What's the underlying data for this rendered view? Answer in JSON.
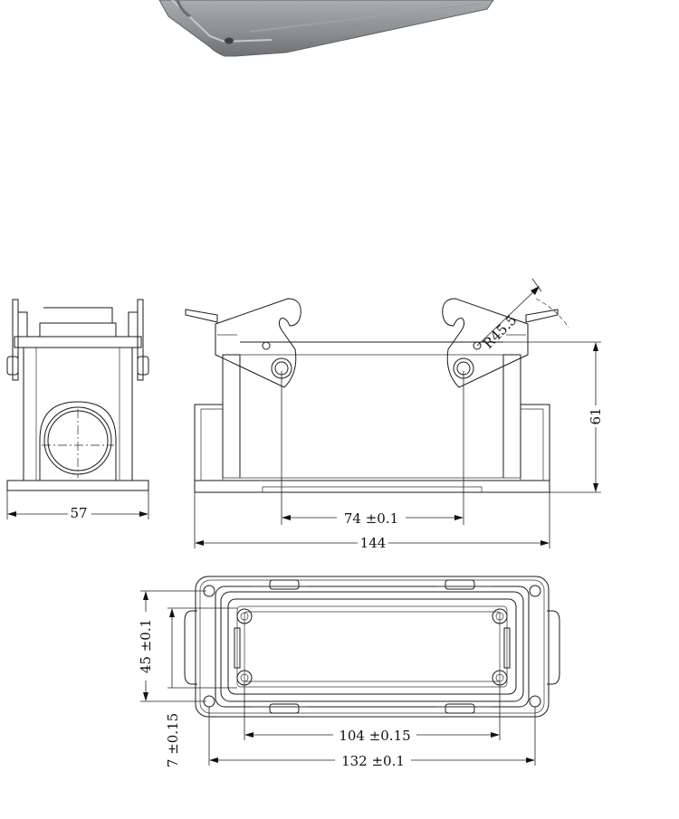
{
  "colors": {
    "background": "#ffffff",
    "line": "#1a1a1a",
    "render_gray": "#8a8d90",
    "render_gray_light": "#b8bbbd",
    "render_gray_dark": "#5f6366"
  },
  "side_view": {
    "width_label": "57"
  },
  "front_view": {
    "hole_spacing_label": "74 ±0.1",
    "length_label": "144",
    "height_label": "61",
    "radius_label": "R45.5"
  },
  "top_view": {
    "inner_length_label": "104 ±0.15",
    "outer_length_label": "132 ±0.1",
    "width_label": "45 ±0.1",
    "offset_label": "7 ±0.15"
  }
}
